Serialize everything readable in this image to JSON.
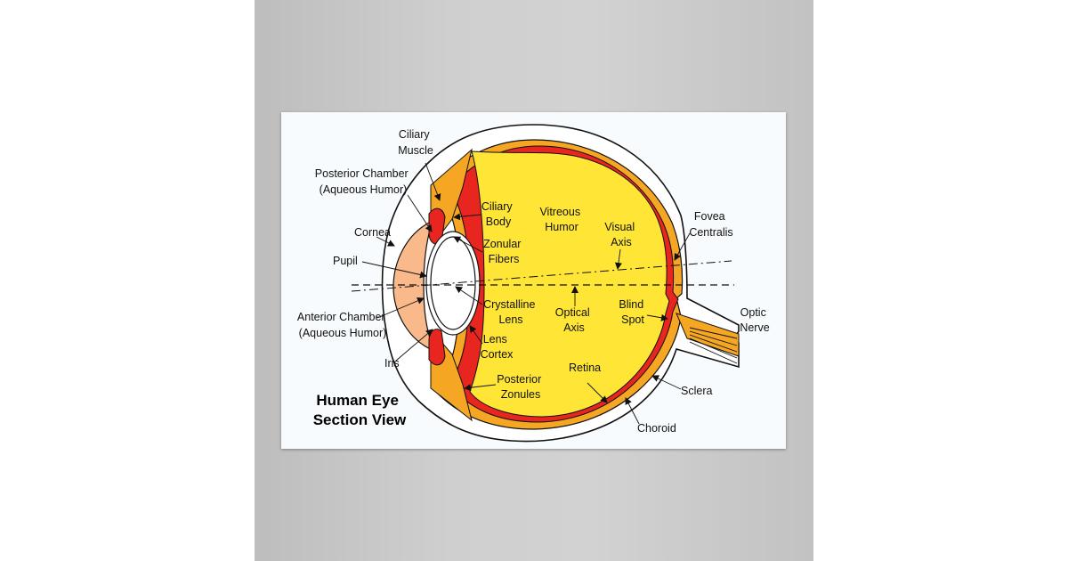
{
  "title": {
    "line1": "Human Eye",
    "line2": "Section View"
  },
  "labels": {
    "ciliary_muscle": [
      "Ciliary",
      "Muscle"
    ],
    "posterior_chamber": [
      "Posterior Chamber",
      "(Aqueous Humor)"
    ],
    "cornea": "Cornea",
    "pupil": "Pupil",
    "anterior_chamber": [
      "Anterior Chamber",
      "(Aqueous Humor)"
    ],
    "iris": "Iris",
    "ciliary_body": [
      "Ciliary",
      "Body"
    ],
    "zonular_fibers": [
      "Zonular",
      "Fibers"
    ],
    "vitreous_humor": [
      "Vitreous",
      "Humor"
    ],
    "visual_axis": [
      "Visual",
      "Axis"
    ],
    "fovea_centralis": [
      "Fovea",
      "Centralis"
    ],
    "crystalline_lens": [
      "Crystalline",
      "Lens"
    ],
    "optical_axis": [
      "Optical",
      "Axis"
    ],
    "blind_spot": [
      "Blind",
      "Spot"
    ],
    "optic_nerve": [
      "Optic",
      "Nerve"
    ],
    "lens_cortex": [
      "Lens",
      "Cortex"
    ],
    "posterior_zonules": [
      "Posterior",
      "Zonules"
    ],
    "retina": "Retina",
    "sclera": "Sclera",
    "choroid": "Choroid"
  },
  "colors": {
    "vitreous": "#ffe535",
    "choroid_layer": "#f5a623",
    "retina_layer": "#e8261f",
    "cornea_fill": "#f9b98a",
    "sclera_fill": "#ffffff",
    "poster_bg": "#f8fbfd",
    "wall": "#cccccc"
  }
}
